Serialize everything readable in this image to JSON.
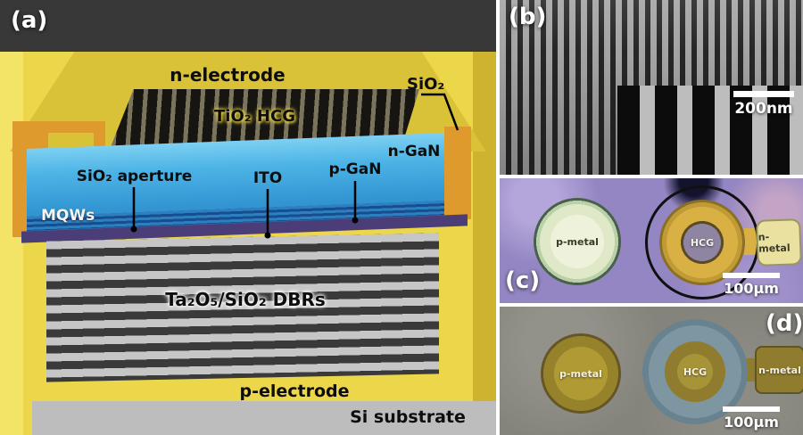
{
  "colors": {
    "chip-yellow": "#ecd64a",
    "chip-yellow-dark": "#d9c238",
    "electrode-orange": "#df9a2e",
    "gan-blue": "#3498d4",
    "mqw-blue": "#174f8e",
    "contact-purple": "#4a3d78",
    "dbr-light": "#c6c6c6",
    "dbr-dark": "#3a3a3a",
    "substrate-gray": "#bdbdbd",
    "micrograph-purple": "#9486c2",
    "metal-gold": "#d8b044",
    "sem-olive": "#97822c",
    "sem-gray": "#85847c"
  },
  "panels": {
    "a": {
      "tag": "(a)",
      "n_electrode": "n-electrode",
      "sio2": "SiO₂",
      "tio2_hcg": "TiO₂ HCG",
      "sio2_aperture": "SiO₂ aperture",
      "ito": "ITO",
      "p_gan": "p-GaN",
      "n_gan": "n-GaN",
      "mqws": "MQWs",
      "dbr": "Ta₂O₅/SiO₂ DBRs",
      "p_electrode": "p-electrode",
      "si_substrate": "Si substrate"
    },
    "b": {
      "tag": "(b)",
      "scale_bar": "200nm"
    },
    "c": {
      "tag": "(c)",
      "p_metal": "p-metal",
      "hcg": "HCG",
      "n_metal": "n-metal",
      "scale_bar": "100μm"
    },
    "d": {
      "tag": "(d)",
      "p_metal": "p-metal",
      "hcg": "HCG",
      "n_metal": "n-metal",
      "scale_bar": "100μm"
    }
  }
}
